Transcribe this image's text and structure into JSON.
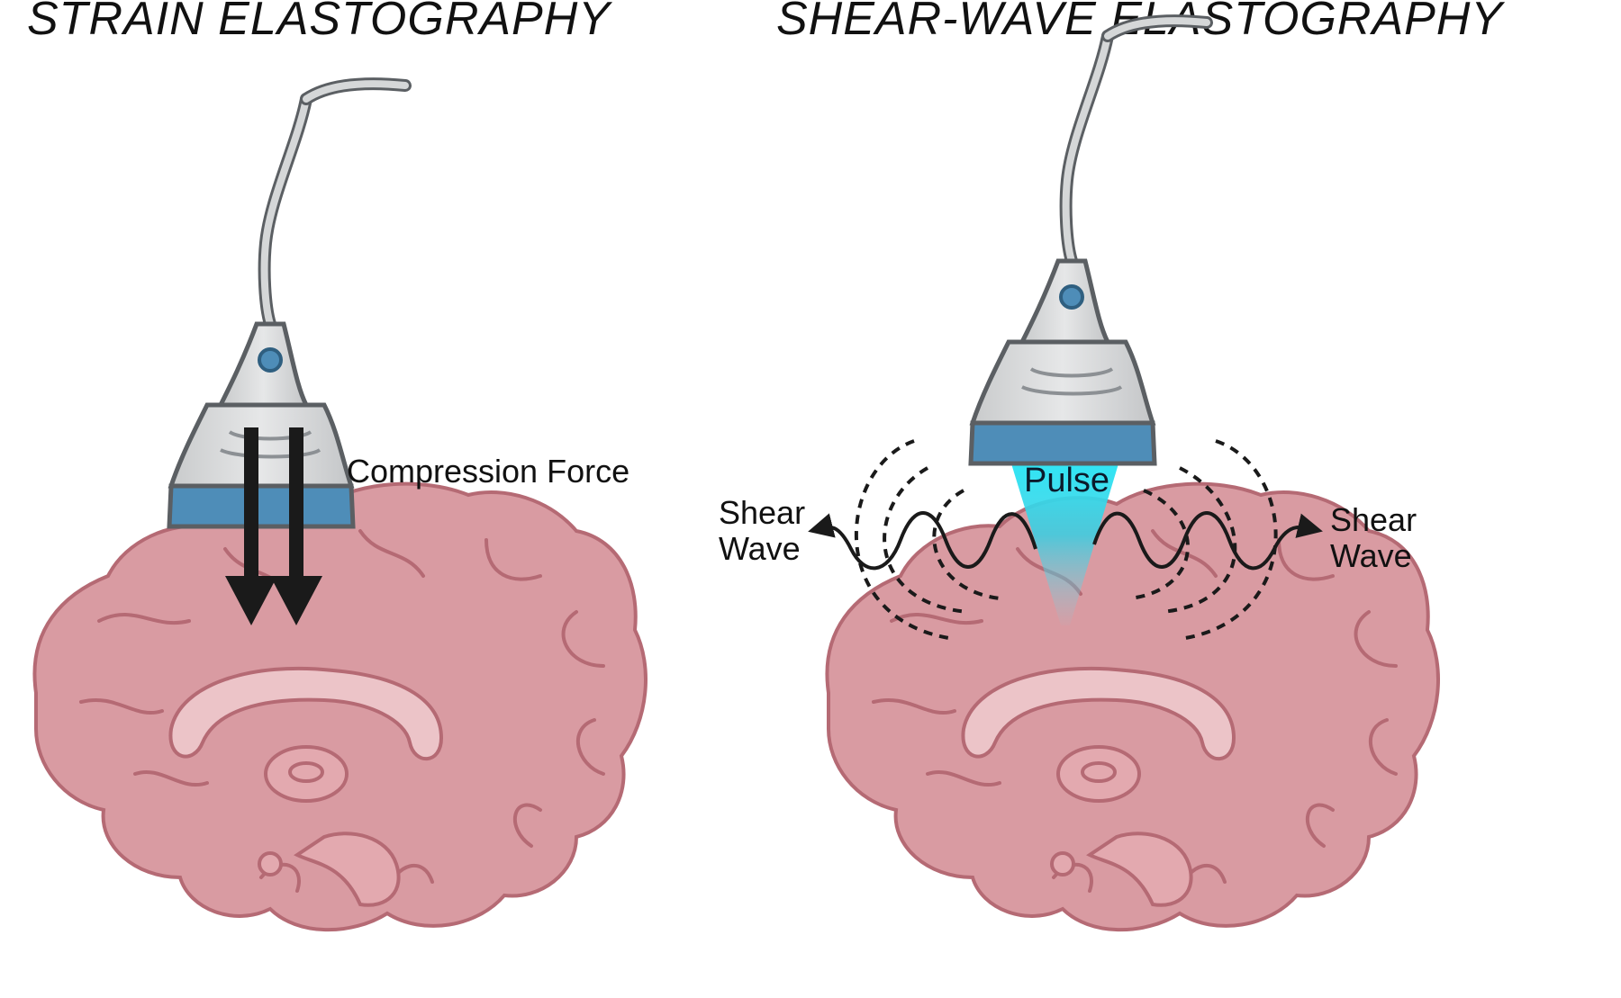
{
  "left_panel": {
    "title": "STRAIN ELASTOGRAPHY",
    "force_label": "Compression Force"
  },
  "right_panel": {
    "title": "SHEAR-WAVE ELASTOGRAPHY",
    "pulse_label": "Pulse",
    "shear_left_line1": "Shear",
    "shear_left_line2": "Wave",
    "shear_right_line1": "Shear",
    "shear_right_line2": "Wave"
  },
  "colors": {
    "brain_fill": "#d99ba2",
    "brain_outline": "#b56a74",
    "brain_light": "#e9b8bd",
    "probe_body": "#d9dbdc",
    "probe_tip": "#4e8db8",
    "pulse": "#2fe0f0",
    "arrow": "#1a1a1a"
  },
  "icons": [
    "ultrasound-probe-icon",
    "brain-icon",
    "down-arrow-icon",
    "shear-wave-icon"
  ]
}
